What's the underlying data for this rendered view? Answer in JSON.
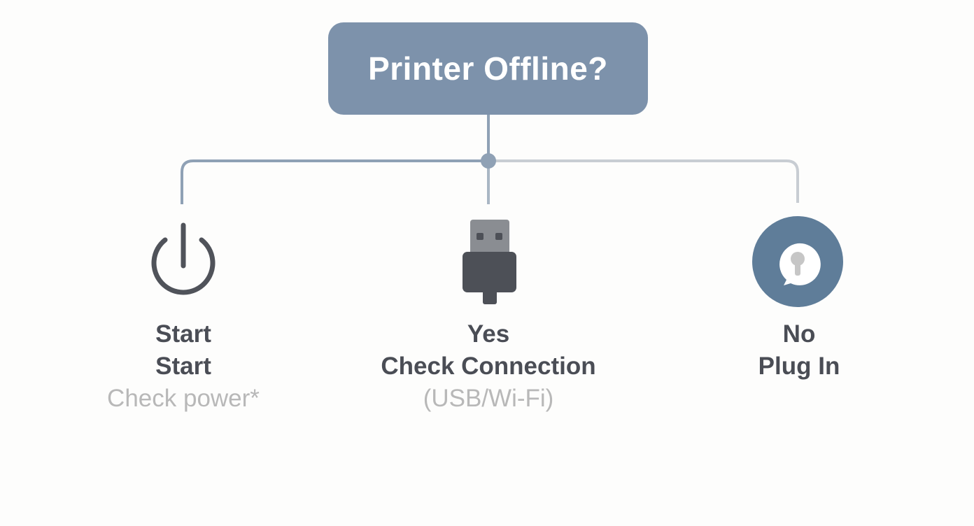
{
  "title": "Printer Offline?",
  "branches": [
    {
      "icon": "power-icon",
      "lines": [
        "Start",
        "Start"
      ],
      "note": "Check power*"
    },
    {
      "icon": "usb-plug-icon",
      "lines": [
        "Yes",
        "Check Connection"
      ],
      "note": "(USB/Wi-Fi)"
    },
    {
      "icon": "plug-in-speech-bubble-icon",
      "lines": [
        "No",
        "Plug In"
      ],
      "note": ""
    }
  ],
  "colors": {
    "title_bg": "#7d92ab",
    "connector": "#8fa1b5",
    "connector_right": "#c8cdd3",
    "badge": "#5f7d99",
    "text": "#4a4d55",
    "note": "#b8b8b8"
  }
}
